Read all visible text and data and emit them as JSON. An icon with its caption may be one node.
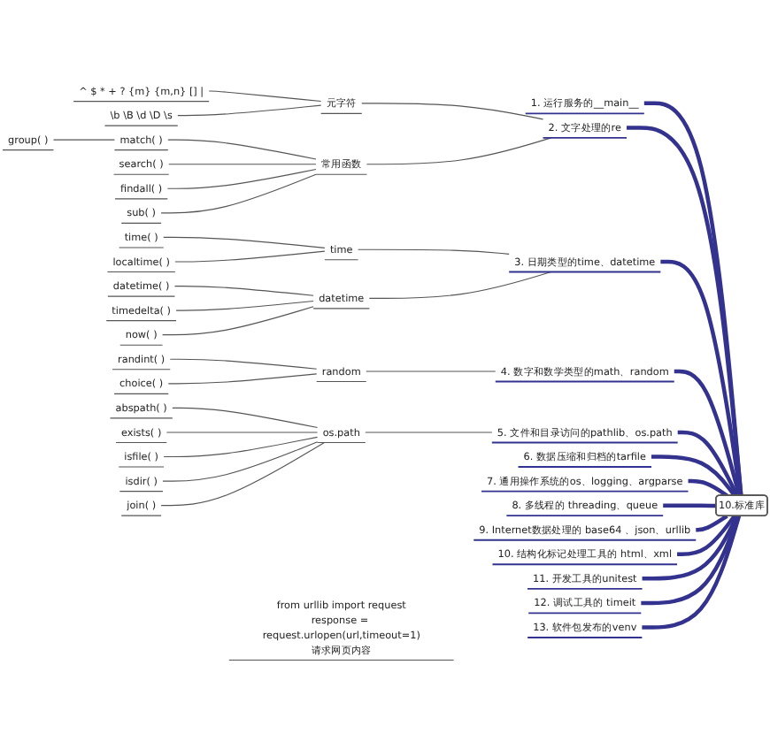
{
  "diagram": {
    "nodes": [
      {
        "text": [
          "10.标准库"
        ]
      },
      {
        "text": [
          "1. 运行服务的__main__"
        ]
      },
      {
        "text": [
          "2. 文字处理的re"
        ]
      },
      {
        "text": [
          "元字符"
        ]
      },
      {
        "text": [
          "^ $ * + ? {m} {m,n} [] |"
        ]
      },
      {
        "text": [
          "\\b \\B \\d \\D \\s"
        ]
      },
      {
        "text": [
          "常用函数"
        ]
      },
      {
        "text": [
          "match( )"
        ]
      },
      {
        "text": [
          "group( )"
        ]
      },
      {
        "text": [
          "search( )"
        ]
      },
      {
        "text": [
          "findall( )"
        ]
      },
      {
        "text": [
          "sub( )"
        ]
      },
      {
        "text": [
          "3. 日期类型的time、datetime"
        ]
      },
      {
        "text": [
          "time"
        ]
      },
      {
        "text": [
          "time( )"
        ]
      },
      {
        "text": [
          "localtime( )"
        ]
      },
      {
        "text": [
          "datetime"
        ]
      },
      {
        "text": [
          "datetime( )"
        ]
      },
      {
        "text": [
          "timedelta( )"
        ]
      },
      {
        "text": [
          "now( )"
        ]
      },
      {
        "text": [
          "4. 数字和数学类型的math、random"
        ]
      },
      {
        "text": [
          "random"
        ]
      },
      {
        "text": [
          "randint( )"
        ]
      },
      {
        "text": [
          "choice( )"
        ]
      },
      {
        "text": [
          "5. 文件和目录访问的pathlib、os.path"
        ]
      },
      {
        "text": [
          "os.path"
        ]
      },
      {
        "text": [
          "abspath( )"
        ]
      },
      {
        "text": [
          "exists( )"
        ]
      },
      {
        "text": [
          "isfile( )"
        ]
      },
      {
        "text": [
          "isdir( )"
        ]
      },
      {
        "text": [
          "join( )"
        ]
      },
      {
        "text": [
          "6. 数据压缩和归档的tarfile"
        ]
      },
      {
        "text": [
          "7. 通用操作系统的os、logging、argparse"
        ]
      },
      {
        "text": [
          "8. 多线程的 threading、queue"
        ]
      },
      {
        "text": [
          "9. Internet数据处理的 base64 、json、urllib"
        ]
      },
      {
        "text": [
          "10. 结构化标记处理工具的 html、xml"
        ]
      },
      {
        "text": [
          "11. 开发工具的unitest"
        ]
      },
      {
        "text": [
          "12. 调试工具的 timeit"
        ]
      },
      {
        "text": [
          "13. 软件包发布的venv"
        ]
      },
      {
        "text": [
          "from urllib import request",
          "response = request.urlopen(url,timeout=1)",
          "请求网页内容"
        ]
      }
    ],
    "edges": [
      {
        "from": 0,
        "to": 1,
        "arrow": "none",
        "style": "thick",
        "color": "#33338f"
      },
      {
        "from": 0,
        "to": 2,
        "arrow": "none",
        "style": "thick",
        "color": "#33338f"
      },
      {
        "from": 2,
        "to": 3,
        "arrow": "none"
      },
      {
        "from": 3,
        "to": 4,
        "arrow": "none"
      },
      {
        "from": 3,
        "to": 5,
        "arrow": "none"
      },
      {
        "from": 2,
        "to": 6,
        "arrow": "none"
      },
      {
        "from": 6,
        "to": 7,
        "arrow": "none"
      },
      {
        "from": 7,
        "to": 8,
        "arrow": "none"
      },
      {
        "from": 6,
        "to": 9,
        "arrow": "none"
      },
      {
        "from": 6,
        "to": 10,
        "arrow": "none"
      },
      {
        "from": 6,
        "to": 11,
        "arrow": "none"
      },
      {
        "from": 0,
        "to": 12,
        "arrow": "none",
        "style": "thick",
        "color": "#33338f"
      },
      {
        "from": 12,
        "to": 13,
        "arrow": "none"
      },
      {
        "from": 13,
        "to": 14,
        "arrow": "none"
      },
      {
        "from": 13,
        "to": 15,
        "arrow": "none"
      },
      {
        "from": 12,
        "to": 16,
        "arrow": "none"
      },
      {
        "from": 16,
        "to": 17,
        "arrow": "none"
      },
      {
        "from": 16,
        "to": 18,
        "arrow": "none"
      },
      {
        "from": 16,
        "to": 19,
        "arrow": "none"
      },
      {
        "from": 0,
        "to": 20,
        "arrow": "none",
        "style": "thick",
        "color": "#33338f"
      },
      {
        "from": 20,
        "to": 21,
        "arrow": "none"
      },
      {
        "from": 21,
        "to": 22,
        "arrow": "none"
      },
      {
        "from": 21,
        "to": 23,
        "arrow": "none"
      },
      {
        "from": 0,
        "to": 24,
        "arrow": "none",
        "style": "thick",
        "color": "#33338f"
      },
      {
        "from": 24,
        "to": 25,
        "arrow": "none"
      },
      {
        "from": 25,
        "to": 26,
        "arrow": "none"
      },
      {
        "from": 25,
        "to": 27,
        "arrow": "none"
      },
      {
        "from": 25,
        "to": 28,
        "arrow": "none"
      },
      {
        "from": 25,
        "to": 29,
        "arrow": "none"
      },
      {
        "from": 25,
        "to": 30,
        "arrow": "none"
      },
      {
        "from": 0,
        "to": 31,
        "arrow": "none",
        "style": "thick",
        "color": "#33338f"
      },
      {
        "from": 0,
        "to": 32,
        "arrow": "none",
        "style": "thick",
        "color": "#33338f"
      },
      {
        "from": 0,
        "to": 33,
        "arrow": "none",
        "style": "thick",
        "color": "#33338f"
      },
      {
        "from": 0,
        "to": 34,
        "arrow": "none",
        "style": "thick",
        "color": "#33338f"
      },
      {
        "from": 0,
        "to": 35,
        "arrow": "none",
        "style": "thick",
        "color": "#33338f"
      },
      {
        "from": 0,
        "to": 36,
        "arrow": "none",
        "style": "thick",
        "color": "#33338f"
      },
      {
        "from": 0,
        "to": 37,
        "arrow": "none",
        "style": "thick",
        "color": "#33338f"
      },
      {
        "from": 0,
        "to": 38,
        "arrow": "none",
        "style": "thick",
        "color": "#33338f"
      }
    ]
  }
}
